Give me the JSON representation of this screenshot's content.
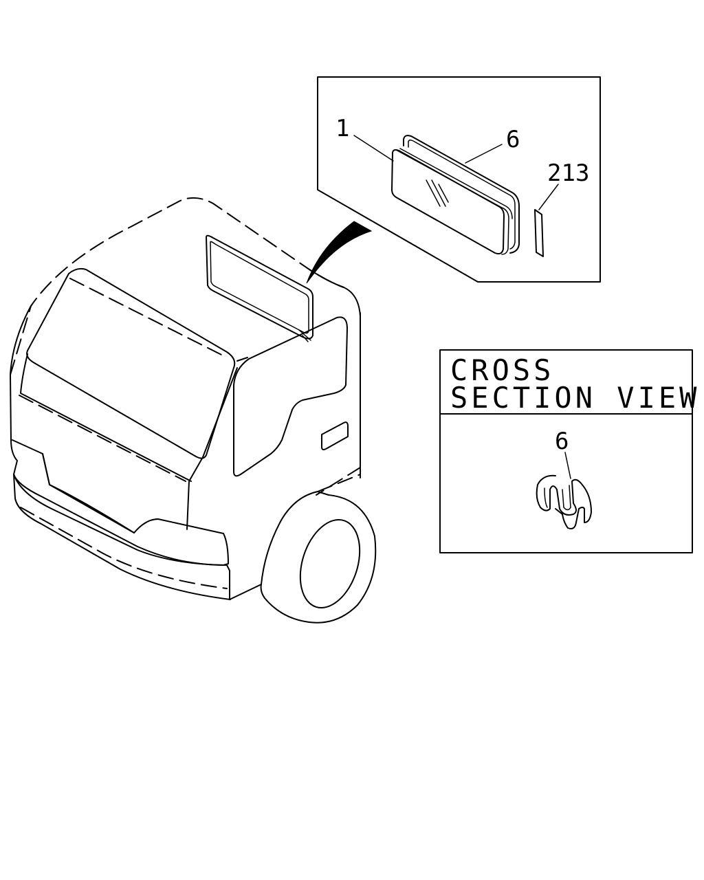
{
  "callouts": {
    "glass": "1",
    "weatherstrip": "6",
    "part_213": "213",
    "section_weatherstrip": "6"
  },
  "cross_section": {
    "title_line1": "CROSS",
    "title_line2": "SECTION VIEW"
  }
}
